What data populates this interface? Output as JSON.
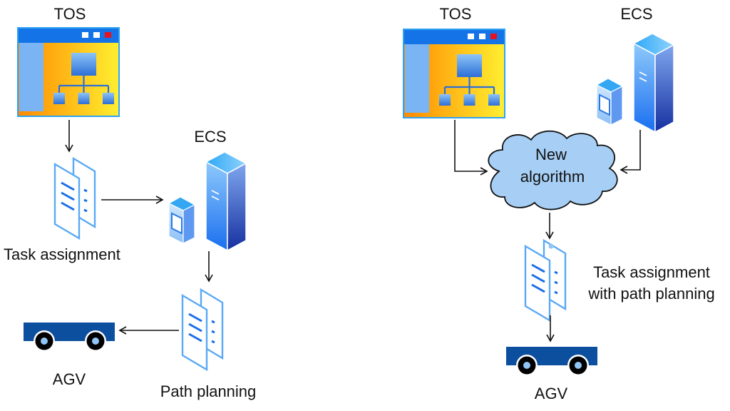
{
  "left_panel": {
    "tos_label": "TOS",
    "ecs_label": "ECS",
    "task_label": "Task assignment",
    "path_label": "Path planning",
    "agv_label": "AGV"
  },
  "right_panel": {
    "tos_label": "TOS",
    "ecs_label": "ECS",
    "cloud_line1": "New",
    "cloud_line2": "algorithm",
    "task_line1": "Task assignment",
    "task_line2": "with path planning",
    "agv_label": "AGV"
  },
  "colors": {
    "window_bar": "#1473e6",
    "window_sidebar": "#7ab4f5",
    "gradient_start": "#ff8a00",
    "gradient_end": "#ffee30",
    "close_button": "#e8121e",
    "doc_stroke": "#5aa9f5",
    "doc_lines": "#1a6ee8",
    "cloud_fill": "#a7cff5",
    "agv_body": "#0b4f9e",
    "server_dark": "#1c3fb0"
  }
}
